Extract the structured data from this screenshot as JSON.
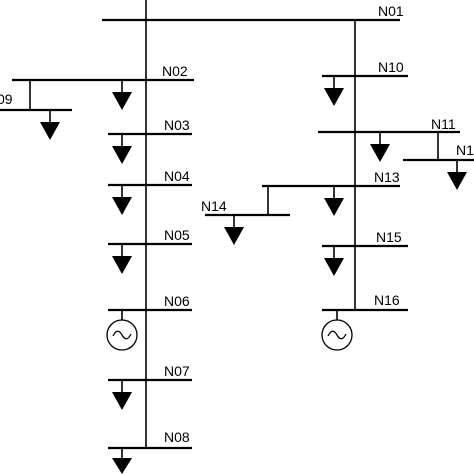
{
  "colors": {
    "line": "#000000",
    "background": "#ffffff"
  },
  "icons": {
    "load": "load-arrow-icon",
    "generator": "ac-generator-icon"
  },
  "nodes": [
    {
      "id": "N01",
      "label": "N01"
    },
    {
      "id": "N02",
      "label": "N02"
    },
    {
      "id": "N03",
      "label": "N03"
    },
    {
      "id": "N04",
      "label": "N04"
    },
    {
      "id": "N05",
      "label": "N05"
    },
    {
      "id": "N06",
      "label": "N06"
    },
    {
      "id": "N07",
      "label": "N07"
    },
    {
      "id": "N08",
      "label": "N08"
    },
    {
      "id": "N09",
      "label": "09"
    },
    {
      "id": "N10",
      "label": "N10"
    },
    {
      "id": "N11",
      "label": "N11"
    },
    {
      "id": "N12",
      "label": "N1"
    },
    {
      "id": "N13",
      "label": "N13"
    },
    {
      "id": "N14",
      "label": "N14"
    },
    {
      "id": "N15",
      "label": "N15"
    },
    {
      "id": "N16",
      "label": "N16"
    }
  ]
}
